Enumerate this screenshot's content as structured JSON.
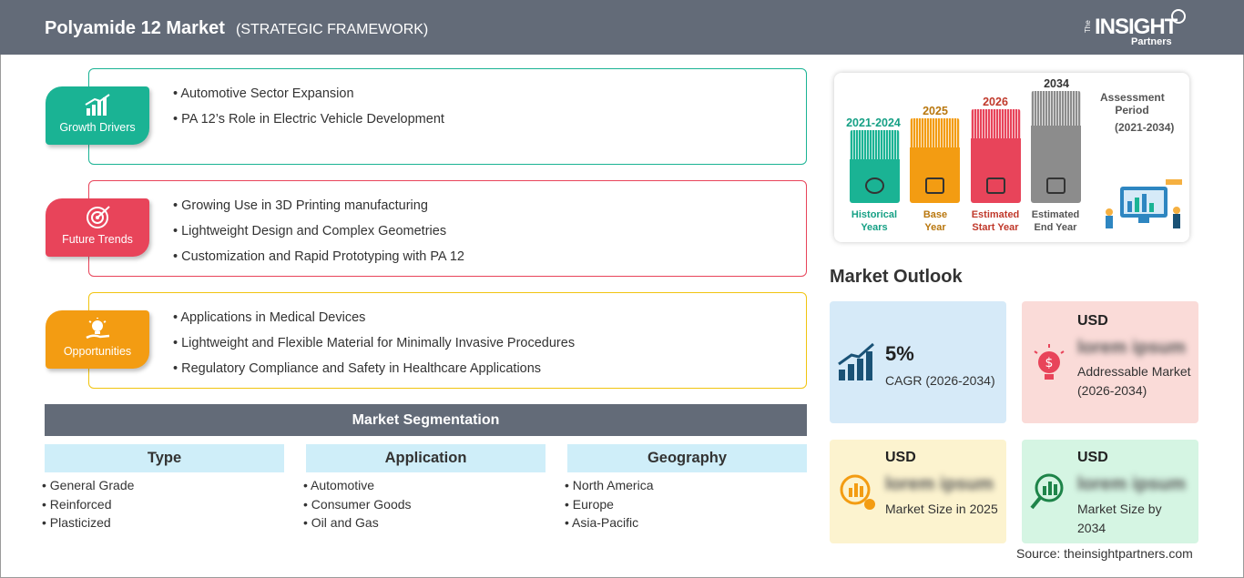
{
  "header": {
    "title": "Polyamide 12 Market",
    "subtitle": "(STRATEGIC FRAMEWORK)",
    "logo": {
      "the": "The",
      "insight": "INSIGHT",
      "partners": "Partners"
    }
  },
  "framework": [
    {
      "label": "Growth Drivers",
      "color": "#1ab394",
      "icon": "growth-chart-icon",
      "items": [
        "Automotive Sector Expansion",
        "PA 12’s Role in Electric Vehicle Development"
      ]
    },
    {
      "label": "Future Trends",
      "color": "#e8445a",
      "icon": "target-icon",
      "items": [
        "Growing Use in 3D Printing manufacturing",
        "Lightweight Design and Complex Geometries",
        "Customization and Rapid Prototyping with PA 12"
      ]
    },
    {
      "label": "Opportunities",
      "color": "#f39c12",
      "icon": "lightbulb-hand-icon",
      "items": [
        "Applications in Medical Devices",
        "Lightweight and Flexible Material for Minimally Invasive Procedures",
        "Regulatory Compliance and Safety in Healthcare Applications"
      ]
    }
  ],
  "segmentation": {
    "title": "Market Segmentation",
    "columns": [
      {
        "heading": "Type",
        "items": [
          "General Grade",
          "Reinforced",
          "Plasticized"
        ]
      },
      {
        "heading": "Application",
        "items": [
          "Automotive",
          "Consumer Goods",
          "Oil and Gas"
        ]
      },
      {
        "heading": "Geography",
        "items": [
          "North America",
          "Europe",
          "Asia-Pacific"
        ]
      }
    ]
  },
  "assessment": {
    "bars": [
      {
        "year": "2021-2024",
        "label1": "Historical",
        "label2": "Years",
        "color": "#1ab394",
        "year_color": "#16a085",
        "label_color": "#16a085"
      },
      {
        "year": "2025",
        "label1": "Base",
        "label2": "Year",
        "color": "#f39c12",
        "year_color": "#b9770e",
        "label_color": "#b9770e"
      },
      {
        "year": "2026",
        "label1": "Estimated",
        "label2": "Start Year",
        "color": "#e8445a",
        "year_color": "#c0392b",
        "label_color": "#c0392b"
      },
      {
        "year": "2034",
        "label1": "Estimated",
        "label2": "End Year",
        "color": "#8c8c8c",
        "year_color": "#333333",
        "label_color": "#555555"
      }
    ],
    "period_label_1": "Assessment",
    "period_label_2": "Period",
    "period_range": "(2021-2034)"
  },
  "outlook": {
    "title": "Market Outlook",
    "cagr": {
      "value": "5%",
      "label": "CAGR (2026-2034)",
      "color": "#d6eaf8"
    },
    "addressable": {
      "usd": "USD",
      "value": "lorem ipsum",
      "label": "Addressable Market (2026-2034)",
      "color": "#fadbd8"
    },
    "size2025": {
      "usd": "USD",
      "value": "lorem ipsum",
      "label": "Market Size in 2025",
      "color": "#fcf3cf"
    },
    "size2034": {
      "usd": "USD",
      "value": "lorem ipsum",
      "label": "Market Size by 2034",
      "color": "#d5f5e3"
    }
  },
  "source": "Source: theinsightpartners.com"
}
